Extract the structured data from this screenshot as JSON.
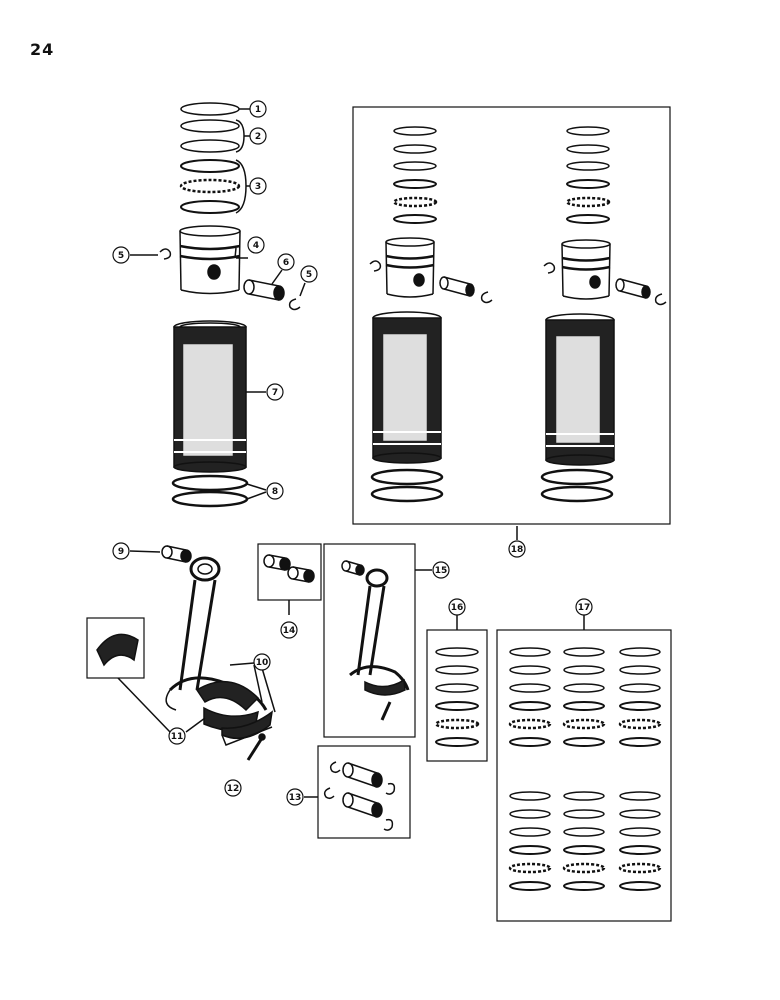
{
  "page": {
    "number": "24"
  },
  "callouts": [
    {
      "id": "c1",
      "label": "1"
    },
    {
      "id": "c2",
      "label": "2"
    },
    {
      "id": "c3",
      "label": "3"
    },
    {
      "id": "c4",
      "label": "4"
    },
    {
      "id": "c5a",
      "label": "5"
    },
    {
      "id": "c5b",
      "label": "5"
    },
    {
      "id": "c6",
      "label": "6"
    },
    {
      "id": "c7",
      "label": "7"
    },
    {
      "id": "c8",
      "label": "8"
    },
    {
      "id": "c9",
      "label": "9"
    },
    {
      "id": "c10",
      "label": "10"
    },
    {
      "id": "c11",
      "label": "11"
    },
    {
      "id": "c12",
      "label": "12"
    },
    {
      "id": "c13",
      "label": "13"
    },
    {
      "id": "c14",
      "label": "14"
    },
    {
      "id": "c15",
      "label": "15"
    },
    {
      "id": "c16",
      "label": "16"
    },
    {
      "id": "c17",
      "label": "17"
    },
    {
      "id": "c18",
      "label": "18"
    }
  ]
}
